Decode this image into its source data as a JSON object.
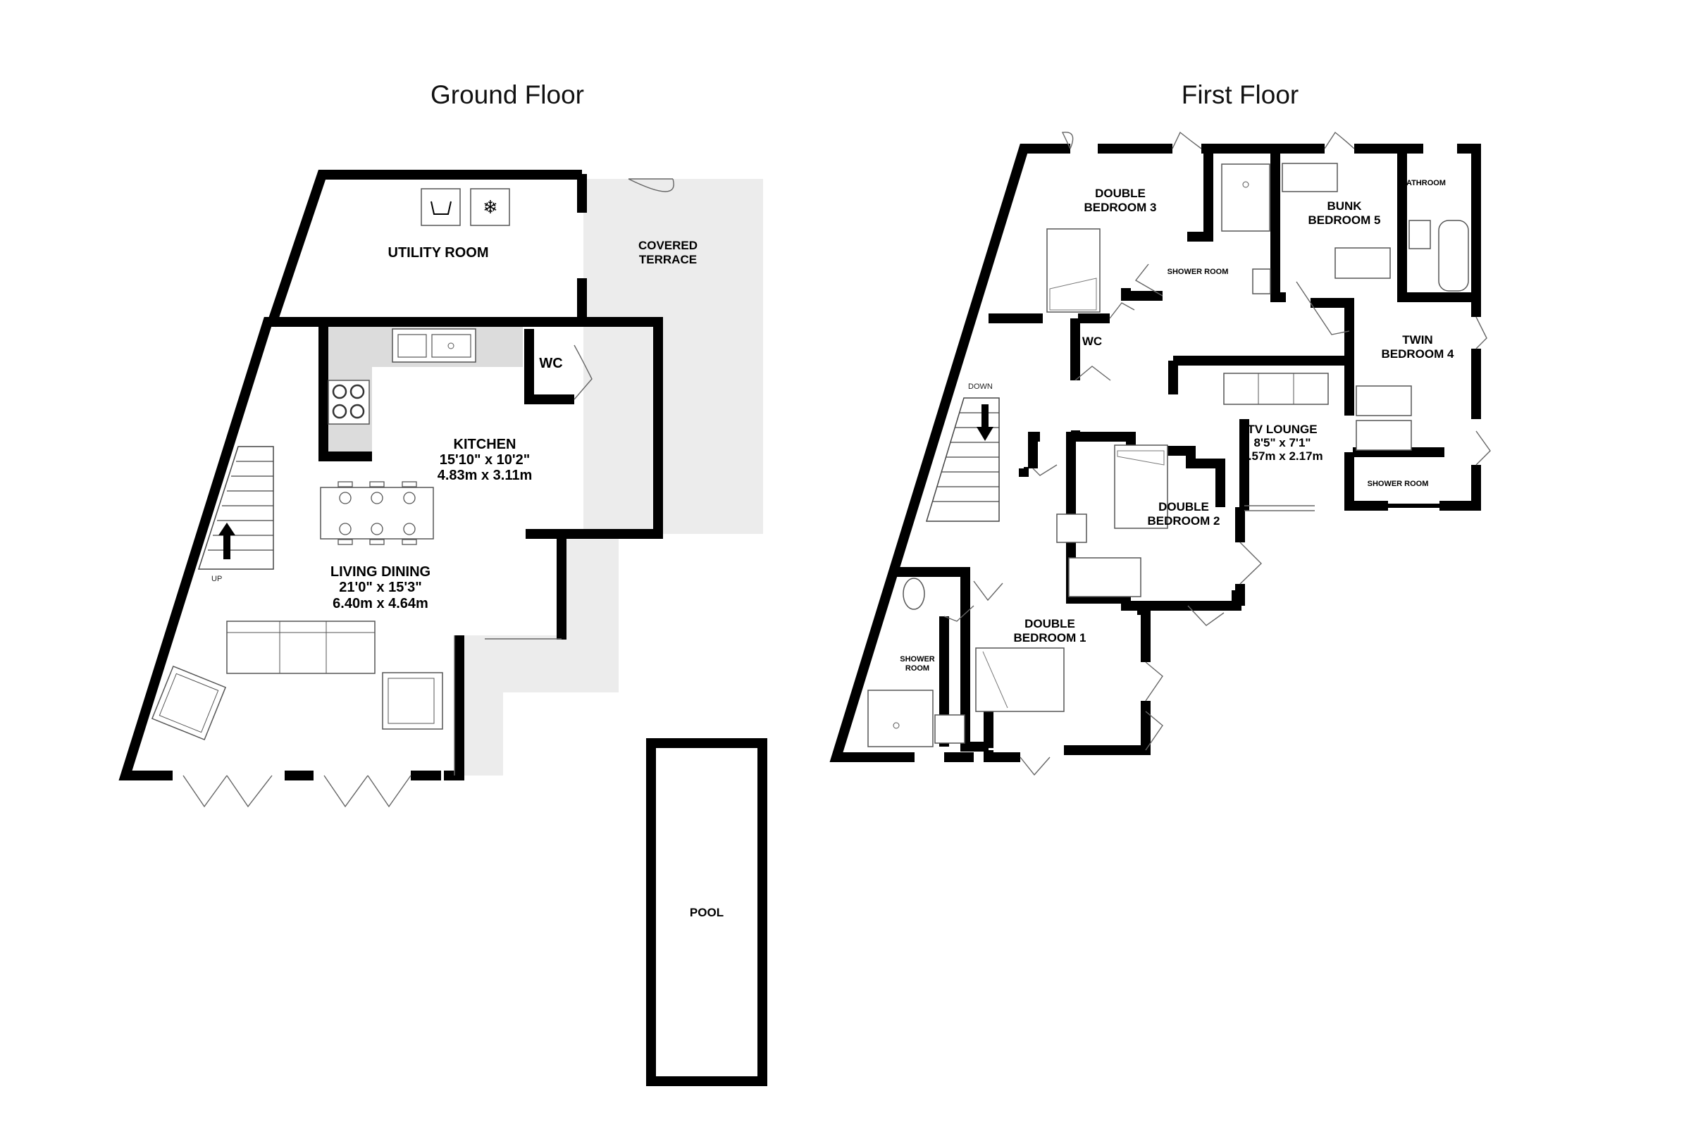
{
  "floors": {
    "ground_title": "Ground Floor",
    "first_title": "First Floor"
  },
  "ground": {
    "utility": "UTILITY ROOM",
    "terrace_1": "COVERED",
    "terrace_2": "TERRACE",
    "wc": "WC",
    "kitchen_name": "KITCHEN",
    "kitchen_imperial": "15'10\"  x 10'2\"",
    "kitchen_metric": "4.83m  x 3.11m",
    "living_name": "LIVING DINING",
    "living_imperial": "21'0\"  x 15'3\"",
    "living_metric": "6.40m  x 4.64m",
    "up": "UP",
    "pool": "POOL"
  },
  "first": {
    "bed3_1": "DOUBLE",
    "bed3_2": "BEDROOM 3",
    "shower_room_top": "SHOWER ROOM",
    "bunk_1": "BUNK",
    "bunk_2": "BEDROOM 5",
    "bathroom": "BATHROOM",
    "wc": "WC",
    "twin_1": "TWIN",
    "twin_2": "BEDROOM 4",
    "down": "DOWN",
    "tv_name": "TV LOUNGE",
    "tv_imperial": "8'5\"  x 7'1\"",
    "tv_metric": "2.57m  x 2.17m",
    "shower_room_right": "SHOWER ROOM",
    "bed2_1": "DOUBLE",
    "bed2_2": "BEDROOM 2",
    "bed1_1": "DOUBLE",
    "bed1_2": "BEDROOM 1",
    "shower_left_1": "SHOWER",
    "shower_left_2": "ROOM"
  }
}
